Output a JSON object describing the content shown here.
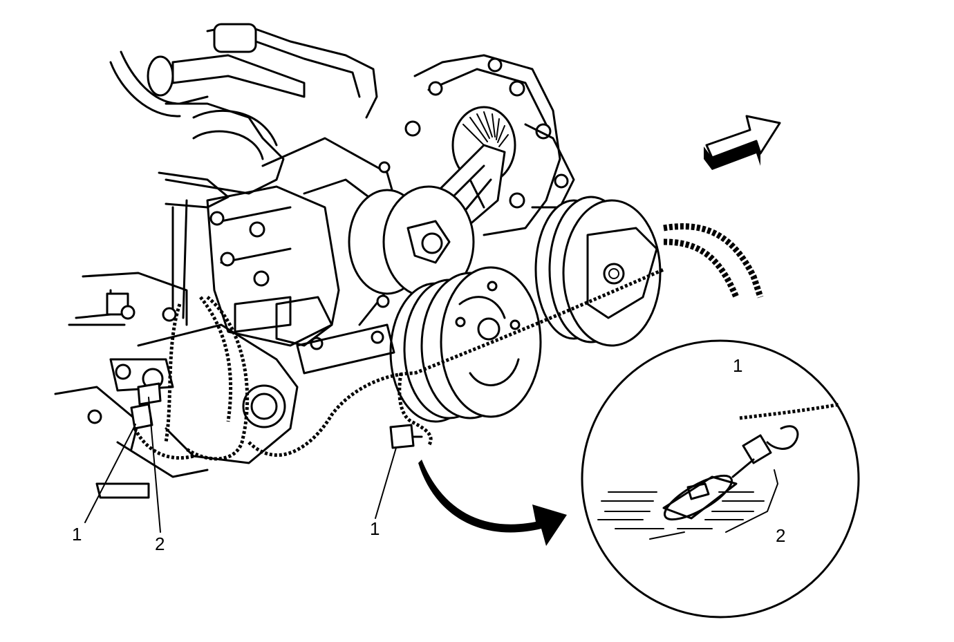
{
  "callouts": {
    "left_1": "1",
    "left_2": "2",
    "center_1": "1",
    "inset_1": "1",
    "inset_2": "2"
  },
  "icons": {
    "direction_arrow": "forward-direction-arrow-icon",
    "detail_arrow": "curved-detail-arrow-icon"
  },
  "colors": {
    "ink": "#000000",
    "paper": "#ffffff"
  }
}
